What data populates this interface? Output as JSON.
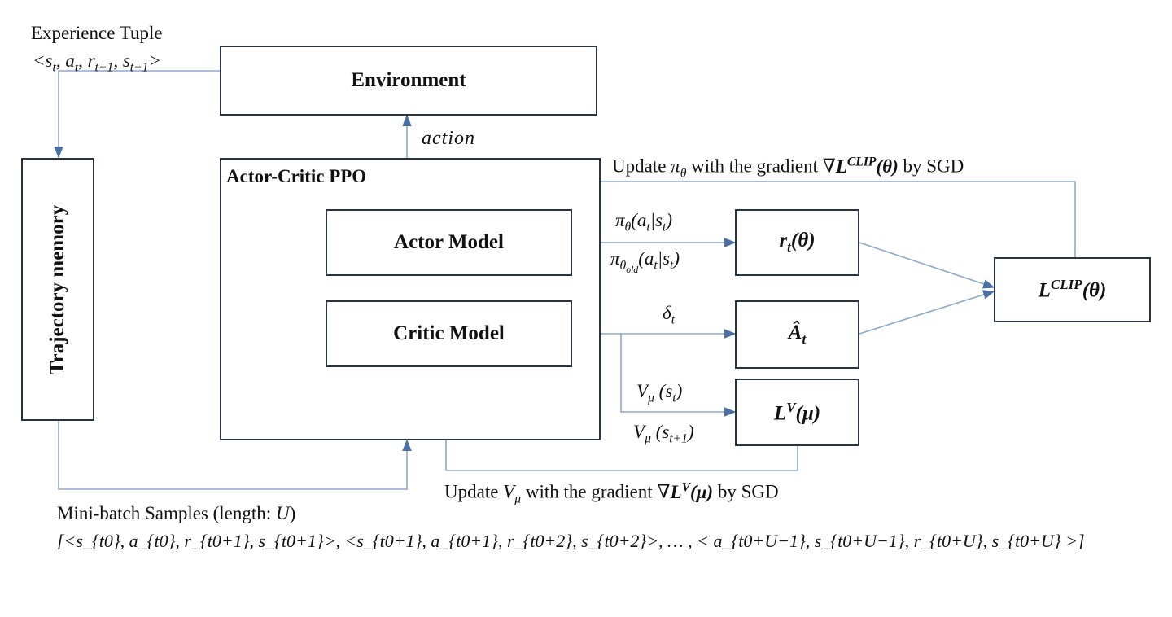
{
  "experience": {
    "title": "Experience Tuple",
    "tuple_open": "<",
    "s": "s",
    "s_sub": "t",
    "a": "a",
    "a_sub": "t",
    "r": "r",
    "r_sub": "t+1",
    "s2": "s",
    "s2_sub": "t+1",
    "tuple_close": ">"
  },
  "environment": {
    "label": "Environment"
  },
  "action": {
    "label": "action"
  },
  "trajectory": {
    "label": "Trajectory memory"
  },
  "ppo": {
    "label": "Actor-Critic PPO"
  },
  "actor": {
    "label": "Actor Model"
  },
  "critic": {
    "label": "Critic Model"
  },
  "update_actor": {
    "prefix": "Update ",
    "pi": "π",
    "pi_sub": "θ",
    "mid": " with the gradient ",
    "nabla": "∇",
    "L": "L",
    "L_sup": "CLIP",
    "arg": "(θ)",
    "suffix": " by SGD"
  },
  "update_critic": {
    "prefix": "Update ",
    "V": "V",
    "V_sub": "μ",
    "mid": " with the gradient ",
    "nabla": "∇",
    "L": "L",
    "L_sup": "V",
    "arg": "(μ)",
    "suffix": " by SGD"
  },
  "signals": {
    "pi_theta": {
      "pi": "π",
      "sub": "θ",
      "arg": "(a",
      "arg_sub": "t",
      "bar": "|s",
      "bar_sub": "t",
      "close": ")"
    },
    "pi_old": {
      "pi": "π",
      "sub": "θ",
      "subsub": "old",
      "arg": "(a",
      "arg_sub": "t",
      "bar": "|s",
      "bar_sub": "t",
      "close": ")"
    },
    "delta": {
      "d": "δ",
      "sub": "t"
    },
    "v_st": {
      "V": "V",
      "sub": "μ",
      "arg": " (s",
      "arg_sub": "t",
      "close": ")"
    },
    "v_st1": {
      "V": "V",
      "sub": "μ",
      "arg": " (s",
      "arg_sub": "t+1",
      "close": ")"
    }
  },
  "nodes": {
    "rt": {
      "r": "r",
      "sub": "t",
      "arg": "(θ)"
    },
    "adv": {
      "A": "Â",
      "sub": "t"
    },
    "lv": {
      "L": "L",
      "sup": "V",
      "arg": "(μ)"
    },
    "lclip": {
      "L": "L",
      "sup": "CLIP",
      "arg": "(θ)"
    }
  },
  "minibatch": {
    "title": "Mini-batch Samples (length: ",
    "U": "U",
    "title_close": ")",
    "sequence": "[<s_{t0}, a_{t0}, r_{t0+1}, s_{t0+1}>, <s_{t0+1}, a_{t0+1}, r_{t0+2}, s_{t0+2}>, … , < a_{t0+U−1}, s_{t0+U−1}, r_{t0+U}, s_{t0+U} >]"
  },
  "colors": {
    "box_border": "#2a3340",
    "wire": "#8fa8c8",
    "arrow": "#4a6fa5"
  }
}
